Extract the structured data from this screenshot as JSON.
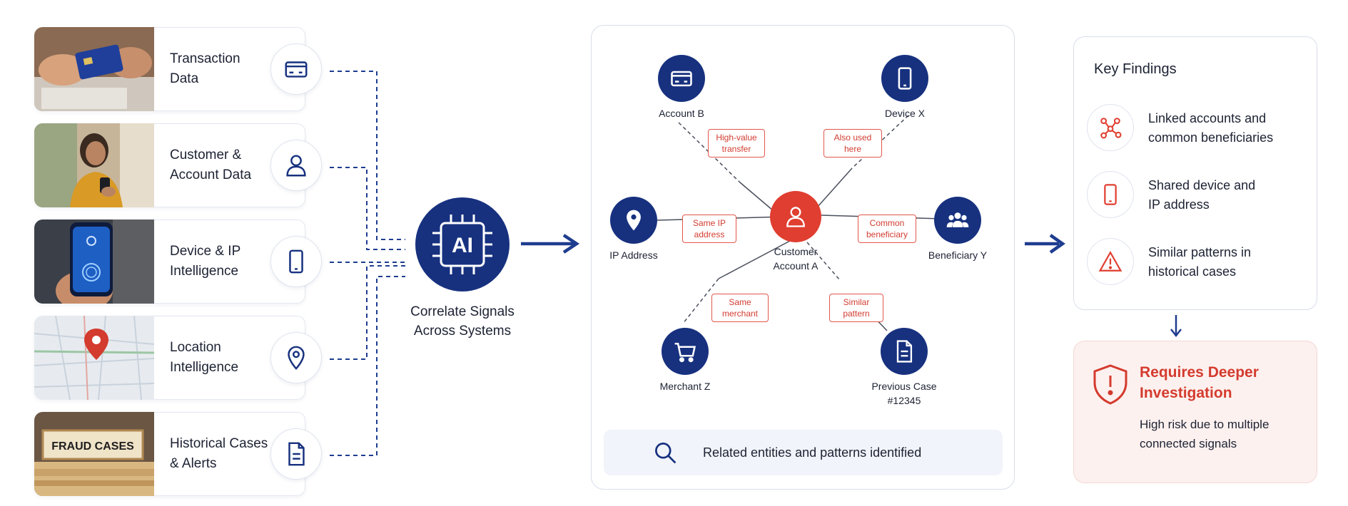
{
  "sources": [
    {
      "label": "Transaction Data",
      "line1": "Transaction",
      "line2": "Data",
      "icon": "credit-card-icon",
      "photo": "hands-holding-card-photo"
    },
    {
      "label": "Customer & Account Data",
      "line1": "Customer &",
      "line2": "Account Data",
      "icon": "user-icon",
      "photo": "woman-using-phone-photo"
    },
    {
      "label": "Device & IP Intelligence",
      "line1": "Device & IP",
      "line2": "Intelligence",
      "icon": "smartphone-icon",
      "photo": "phone-fingerprint-photo"
    },
    {
      "label": "Location Intelligence",
      "line1": "Location",
      "line2": "Intelligence",
      "icon": "map-pin-icon",
      "photo": "map-pin-photo"
    },
    {
      "label": "Historical Cases & Alerts",
      "line1": "Historical Cases",
      "line2": "& Alerts",
      "icon": "document-icon",
      "photo": "fraud-cases-folder-photo",
      "photo_text": "FRAUD CASES"
    }
  ],
  "ai_hub": {
    "chip_text": "AI",
    "caption_line1": "Correlate Signals",
    "caption_line2": "Across Systems"
  },
  "graph": {
    "center": {
      "line1": "Customer",
      "line2": "Account A",
      "icon": "user-icon"
    },
    "nodes": {
      "account_b": {
        "label": "Account B",
        "icon": "credit-card-icon"
      },
      "device_x": {
        "label": "Device X",
        "icon": "smartphone-icon"
      },
      "ip_address": {
        "label": "IP Address",
        "icon": "map-pin-icon"
      },
      "beneficiary_y": {
        "label": "Beneficiary Y",
        "icon": "users-icon"
      },
      "merchant_z": {
        "label": "Merchant Z",
        "icon": "shopping-cart-icon"
      },
      "previous_case": {
        "line1": "Previous Case",
        "line2": "#12345",
        "icon": "document-icon"
      }
    },
    "edges": {
      "high_value": {
        "line1": "High-value",
        "line2": "transfer"
      },
      "also_used": {
        "line1": "Also used",
        "line2": "here"
      },
      "same_ip": {
        "line1": "Same IP",
        "line2": "address"
      },
      "common_beneficiary": {
        "line1": "Common",
        "line2": "beneficiary"
      },
      "same_merchant": {
        "line1": "Same",
        "line2": "merchant"
      },
      "similar_pattern": {
        "line1": "Similar",
        "line2": "pattern"
      }
    },
    "footer": "Related entities and patterns identified"
  },
  "findings": {
    "title": "Key Findings",
    "items": [
      {
        "line1": "Linked accounts and",
        "line2": "common beneficiaries",
        "icon": "network-nodes-icon"
      },
      {
        "line1": "Shared device and",
        "line2": "IP address",
        "icon": "smartphone-icon"
      },
      {
        "line1": "Similar patterns in",
        "line2": "historical cases",
        "icon": "warning-triangle-icon"
      }
    ]
  },
  "alert": {
    "title_line1": "Requires Deeper",
    "title_line2": "Investigation",
    "text_line1": "High risk due to multiple",
    "text_line2": "connected signals",
    "icon": "shield-alert-icon"
  },
  "colors": {
    "navy": "#17317f",
    "red": "#e03e30",
    "alert_bg": "#fdf1ef"
  }
}
